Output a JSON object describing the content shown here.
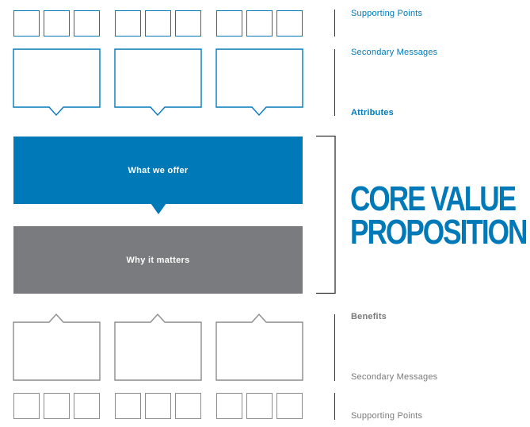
{
  "top": {
    "supporting_points_label": "Supporting Points",
    "secondary_messages_label": "Secondary Messages",
    "attributes_label": "Attributes"
  },
  "middle": {
    "what_we_offer": "What we offer",
    "why_it_matters": "Why it matters",
    "core_line1": "CORE VALUE",
    "core_line2": "PROPOSITION"
  },
  "bottom": {
    "benefits_label": "Benefits",
    "secondary_messages_label": "Secondary Messages",
    "supporting_points_label": "Supporting Points"
  },
  "colors": {
    "accent_blue": "#0079b8",
    "band_grey": "#7a7b7e",
    "outline_grey": "#8c8c8c",
    "label_grey": "#7a7a7a"
  }
}
